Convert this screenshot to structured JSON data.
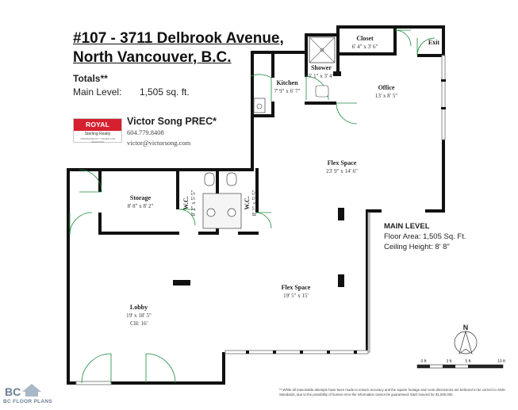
{
  "header": {
    "address_line1": "#107 - 3711 Delbrook Avenue,",
    "address_line2": "North Vancouver, B.C."
  },
  "totals": {
    "heading": "Totals**",
    "main_level_label": "Main Level:",
    "main_level_value": "1,505 sq. ft."
  },
  "agent": {
    "brand_name": "ROYAL LEPAGE",
    "brand_sub": "Sterling Realty",
    "brand_tag": "INDEPENDENTLY OWNED AND OPERATED",
    "name": "Victor Song PREC*",
    "phone": "604.779.8408",
    "email": "victor@victorsong.com"
  },
  "rooms": {
    "closet": {
      "name": "Closet",
      "dims": "6' 4\" x 3' 6\""
    },
    "exit": {
      "name": "Exit"
    },
    "shower": {
      "name": "Shower",
      "dims": "5' 1\" x 3' 4\""
    },
    "kitchen": {
      "name": "Kitchen",
      "dims": "7' 9\" x 6' 7\""
    },
    "office": {
      "name": "Office",
      "dims": "13' x 8' 5\""
    },
    "flex_upper": {
      "name": "Flex Space",
      "dims": "23' 9\" x 14' 6\""
    },
    "storage": {
      "name": "Storage",
      "dims": "8' 8\" x 8' 2\""
    },
    "wc_left": {
      "name": "W.C.",
      "dims": "8' 2\" x 5' 5\""
    },
    "wc_right": {
      "name": "W.C.",
      "dims": "8' 2\" x 5' 5\""
    },
    "flex_lower": {
      "name": "Flex Space",
      "dims": "19' 5\" x 15'"
    },
    "lobby": {
      "name": "Lobby",
      "dims": "19' x 18' 5\"",
      "ceiling": "CH: 16'"
    }
  },
  "main_level": {
    "heading": "MAIN LEVEL",
    "floor_area": "Floor Area: 1,505 Sq. Ft.",
    "ceiling_height": "Ceiling Height: 8' 8\""
  },
  "compass": {
    "label": "N"
  },
  "scale_bar": {
    "ticks": [
      "0 ft",
      "3 ft",
      "5 ft",
      "10 ft"
    ]
  },
  "disclaimer": "** While all reasonable attempts have been made to ensure accuracy and the square footage and room dimensions are believed to be correct to ANSI Standards, due to the possibility of human error the information cannot be guaranteed. E&O insured for $1,000,000",
  "logo": {
    "text": "BC FLOOR PLANS"
  }
}
